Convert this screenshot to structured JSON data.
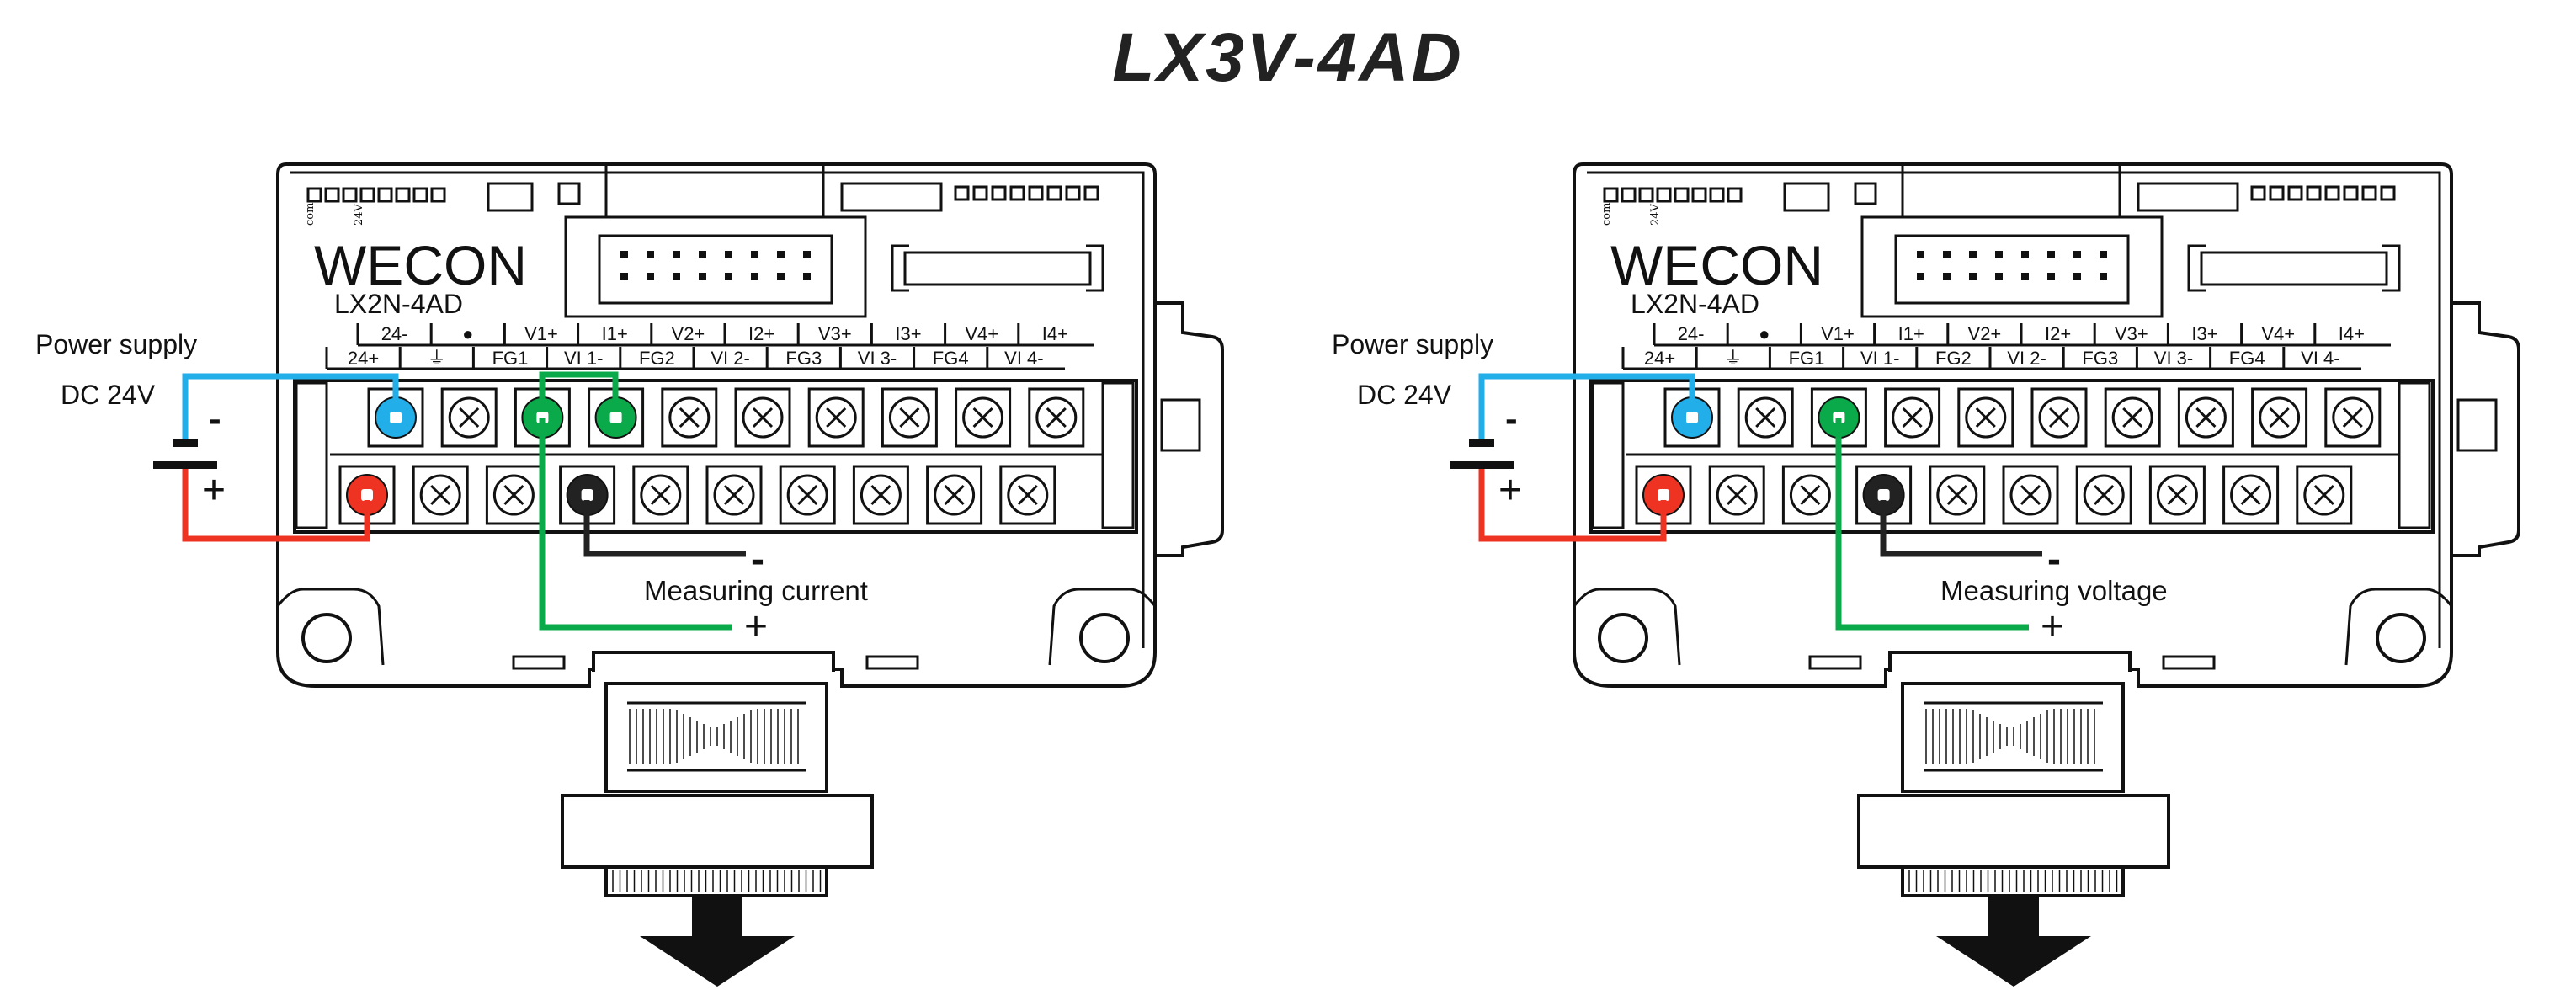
{
  "title": "LX3V-4AD",
  "colors": {
    "blue_wire": "#22aee8",
    "red_wire": "#ee3322",
    "green_wire": "#0aaa4a",
    "black_wire": "#222222"
  },
  "panels": [
    {
      "brand": "WECON",
      "model": "LX2N-4AD",
      "top_terminal_labels": [
        "24-",
        "●",
        "V1+",
        "I1+",
        "V2+",
        "I2+",
        "V3+",
        "I3+",
        "V4+",
        "I4+"
      ],
      "bottom_terminal_labels": [
        "24+",
        "⏚",
        "FG1",
        "VI 1-",
        "FG2",
        "VI 2-",
        "FG3",
        "VI 3-",
        "FG4",
        "VI 4-"
      ],
      "small_labels": [
        "com",
        "24V"
      ],
      "power_supply_label": "Power supply",
      "dc_label": "DC 24V",
      "minus_sign": "-",
      "plus_sign": "+",
      "measure_label": "Measuring current",
      "measure_minus": "-",
      "measure_plus": "+"
    },
    {
      "brand": "WECON",
      "model": "LX2N-4AD",
      "top_terminal_labels": [
        "24-",
        "●",
        "V1+",
        "I1+",
        "V2+",
        "I2+",
        "V3+",
        "I3+",
        "V4+",
        "I4+"
      ],
      "bottom_terminal_labels": [
        "24+",
        "⏚",
        "FG1",
        "VI 1-",
        "FG2",
        "VI 2-",
        "FG3",
        "VI 3-",
        "FG4",
        "VI 4-"
      ],
      "small_labels": [
        "com",
        "24V"
      ],
      "power_supply_label": "Power supply",
      "dc_label": "DC 24V",
      "minus_sign": "-",
      "plus_sign": "+",
      "measure_label": "Measuring voltage",
      "measure_minus": "-",
      "measure_plus": "+"
    }
  ]
}
